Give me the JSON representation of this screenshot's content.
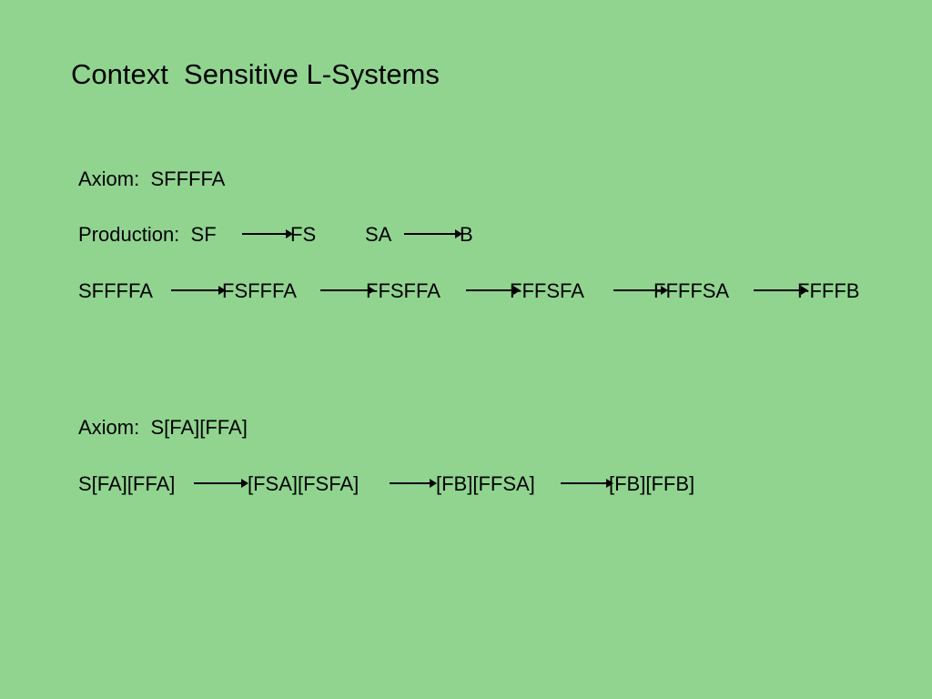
{
  "title": "Context  Sensitive L-Systems",
  "example1": {
    "axiom": "Axiom:  SFFFFA",
    "production_label": "Production:  SF",
    "production_rule1_rhs": "FS",
    "production_rule2_lhs": "SA",
    "production_rule2_rhs": "B",
    "derivation": [
      "SFFFFA",
      "FSFFFA",
      "FFSFFA",
      "FFFSFA",
      "FFFFSA",
      "FFFFB"
    ]
  },
  "example2": {
    "axiom": "Axiom:  S[FA][FFA]",
    "derivation": [
      "S[FA][FFA]",
      "[FSA][FSFA]",
      "[FB][FFSA]",
      "[FB][FFB]"
    ]
  }
}
